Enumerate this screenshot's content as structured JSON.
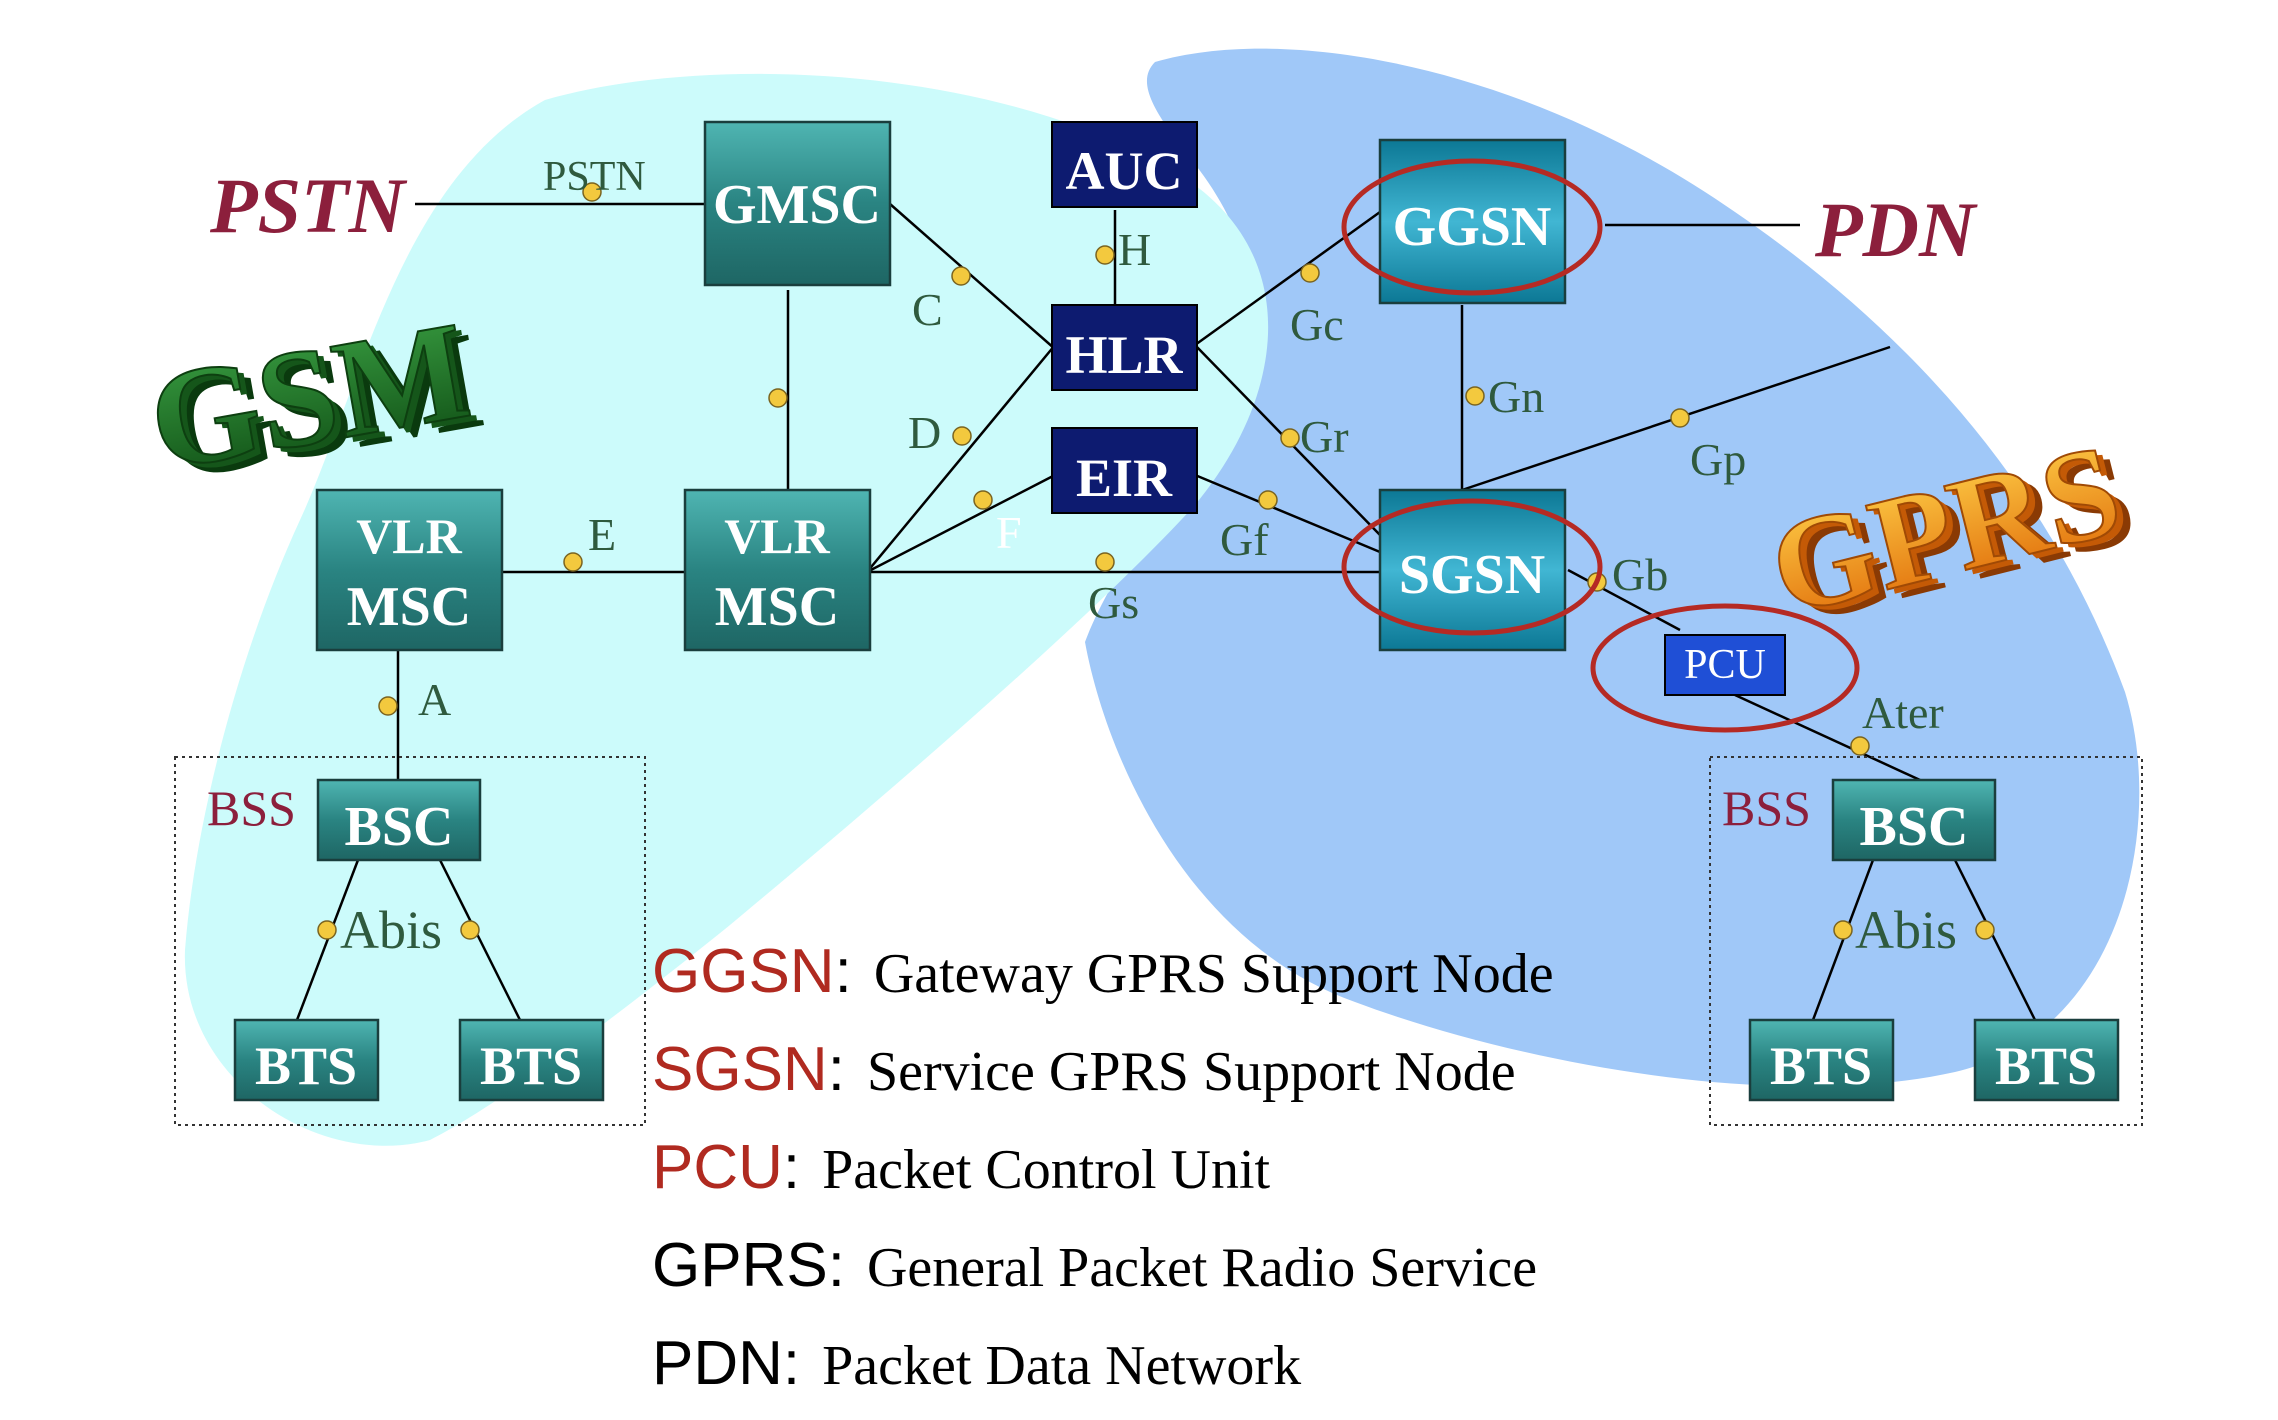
{
  "labels": {
    "pstn": "PSTN",
    "pdn": "PDN",
    "gsm": "GSM",
    "gprs": "GPRS",
    "bss_left": "BSS",
    "bss_right": "BSS"
  },
  "nodes": {
    "gmsc": "GMSC",
    "auc": "AUC",
    "hlr": "HLR",
    "eir": "EIR",
    "ggsn": "GGSN",
    "sgsn": "SGSN",
    "pcu": "PCU",
    "vlr_left": "VLR",
    "msc_left": "MSC",
    "vlr_mid": "VLR",
    "msc_mid": "MSC",
    "bsc_left": "BSC",
    "bsc_right": "BSC",
    "bts_left_1": "BTS",
    "bts_left_2": "BTS",
    "bts_right_1": "BTS",
    "bts_right_2": "BTS"
  },
  "interfaces": {
    "pstn": "PSTN",
    "c": "C",
    "h": "H",
    "d": "D",
    "f": "F",
    "e": "E",
    "a": "A",
    "gs": "Gs",
    "gc": "Gc",
    "gr": "Gr",
    "gf": "Gf",
    "gn": "Gn",
    "gp": "Gp",
    "gb": "Gb",
    "ater": "Ater",
    "abis_left": "Abis",
    "abis_right": "Abis"
  },
  "legend": [
    {
      "abbr": "GGSN",
      "sep": ":",
      "desc": "Gateway GPRS Support Node",
      "color": "#b02a20"
    },
    {
      "abbr": "SGSN",
      "sep": ":",
      "desc": "Service GPRS Support Node",
      "color": "#b02a20"
    },
    {
      "abbr": "PCU",
      "sep": ":",
      "desc": "Packet Control Unit",
      "color": "#b02a20"
    },
    {
      "abbr": "GPRS",
      "sep": ":",
      "desc": "General Packet Radio Service",
      "color": "#000000"
    },
    {
      "abbr": "PDN",
      "sep": ":",
      "desc": "Packet Data Network",
      "color": "#000000"
    }
  ],
  "colors": {
    "gsm_region": "#ccfbfb",
    "gprs_region": "#a0c8f8",
    "teal_node": "#2c8c8a",
    "navy_node": "#0d1b70",
    "pcu_node": "#1f4fd6",
    "highlight_ring": "#b52a24",
    "network_label": "#8c1f3c",
    "interface_text": "#2f5a3e",
    "gsm_logo": "#1a6b1e",
    "gprs_logo": "#f08a10"
  }
}
